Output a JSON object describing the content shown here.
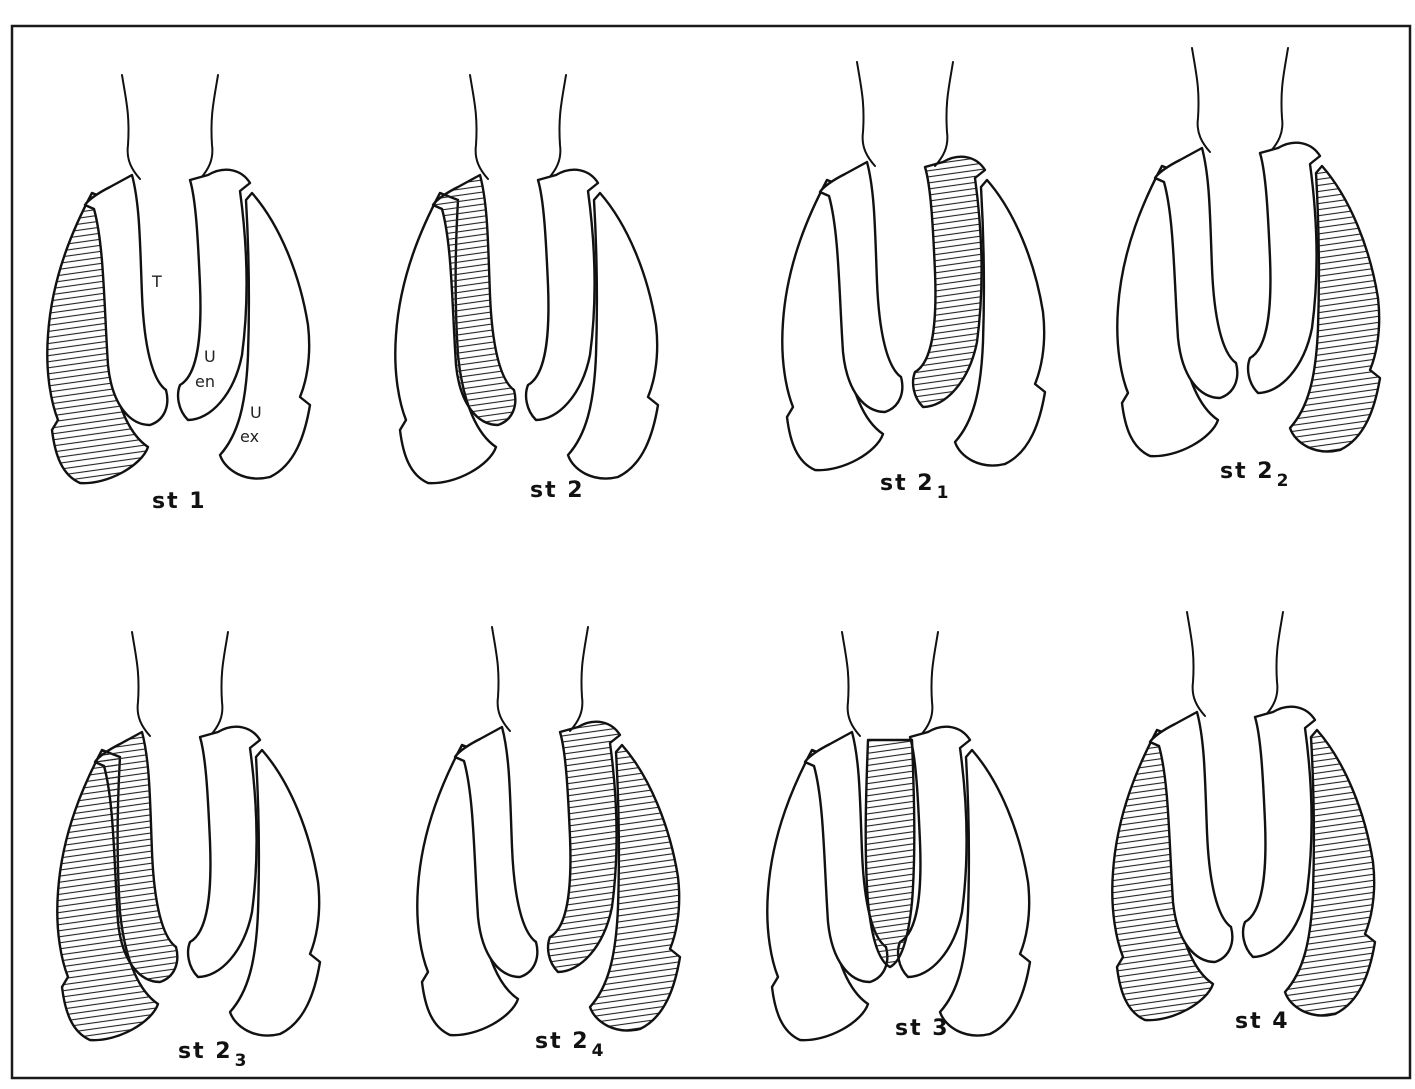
{
  "stages": [
    {
      "base": "st",
      "num": "1",
      "sub": "",
      "hatched": [
        "left-outer"
      ]
    },
    {
      "base": "st",
      "num": "2",
      "sub": "",
      "hatched": [
        "left-inner"
      ]
    },
    {
      "base": "st",
      "num": "2",
      "sub": "1",
      "hatched": [
        "right-inner"
      ]
    },
    {
      "base": "st",
      "num": "2",
      "sub": "2",
      "hatched": [
        "right-outer"
      ]
    },
    {
      "base": "st",
      "num": "2",
      "sub": "3",
      "hatched": [
        "left-outer",
        "left-inner"
      ]
    },
    {
      "base": "st",
      "num": "2",
      "sub": "4",
      "hatched": [
        "right-inner",
        "right-outer"
      ]
    },
    {
      "base": "st",
      "num": "3",
      "sub": "",
      "hatched": [
        "center"
      ]
    },
    {
      "base": "st",
      "num": "4",
      "sub": "",
      "hatched": [
        "left-outer",
        "right-outer"
      ]
    }
  ],
  "part_labels": {
    "tergum": "T",
    "uropod_endopod_u": "U",
    "uropod_endopod": "en",
    "uropod_exopod_u": "U",
    "uropod_exopod": "ex"
  }
}
